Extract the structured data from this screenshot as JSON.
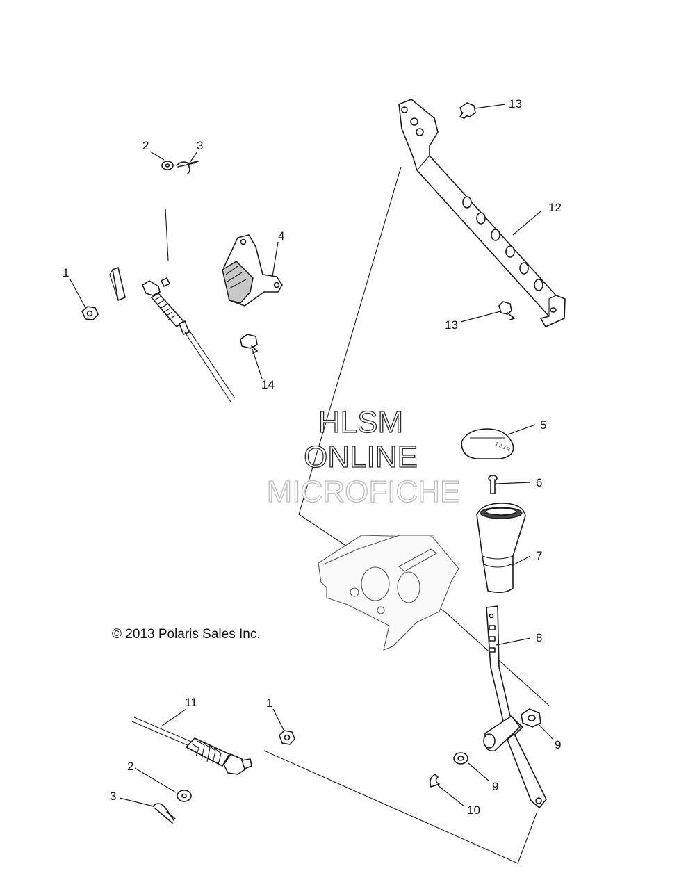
{
  "callouts": {
    "c1a": "1",
    "c1b": "1",
    "c2a": "2",
    "c2b": "2",
    "c3a": "3",
    "c3b": "3",
    "c4": "4",
    "c5": "5",
    "c6": "6",
    "c7": "7",
    "c8": "8",
    "c9a": "9",
    "c9b": "9",
    "c10": "10",
    "c11": "11",
    "c12": "12",
    "c13a": "13",
    "c13b": "13",
    "c14": "14"
  },
  "watermark": {
    "line1": "HLSM",
    "line2": "ONLINE",
    "line3": "MICROFICHE"
  },
  "copyright": "© 2013 Polaris Sales Inc."
}
